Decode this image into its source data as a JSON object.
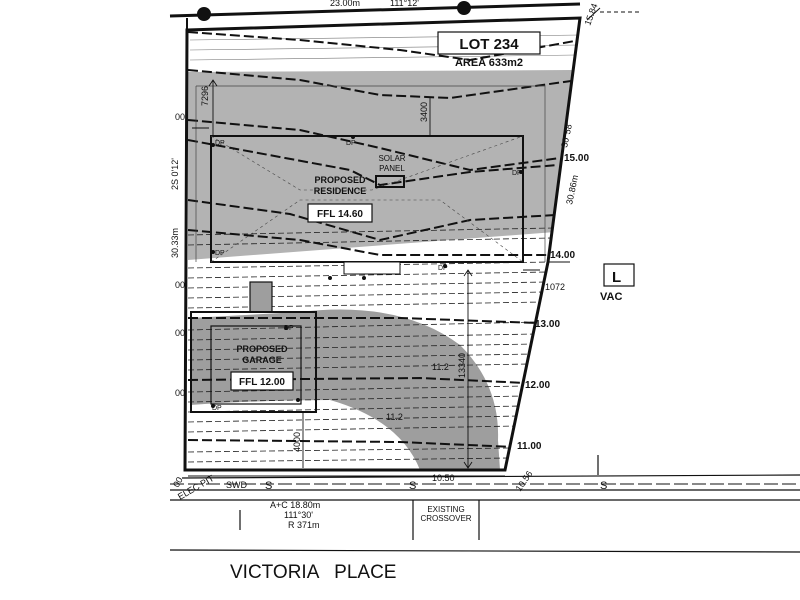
{
  "lot": {
    "label": "LOT 234",
    "area": "AREA 633m2",
    "adjacent_label_fragment": "L",
    "adjacent_vacant_fragment": "VAC"
  },
  "residence": {
    "label_line1": "PROPOSED",
    "label_line2": "RESIDENCE",
    "ffl": "FFL 14.60",
    "solar_line1": "SOLAR",
    "solar_line2": "PANEL"
  },
  "garage": {
    "label_line1": "PROPOSED",
    "label_line2": "GARAGE",
    "ffl": "FFL 12.00"
  },
  "contours": [
    "15.00",
    "14.00",
    "13.00",
    "12.00",
    "11.00"
  ],
  "spot_levels": [
    "11.2",
    "11.2"
  ],
  "downpipe_label": "DP",
  "boundary": {
    "top_length": "23.00m",
    "top_bearing": "111°12'",
    "corner_length": "15.84",
    "east_bearing": "30°58'",
    "east_length": "30.86m",
    "west_fragment": "30.33m",
    "west_bearing_fragment": "2S 0'12'"
  },
  "setbacks": {
    "rear_left": "7296",
    "rear_top": "3400",
    "side_right": "1072",
    "front_residence": "13340",
    "front_garage": "4000",
    "left_fragments": [
      "00",
      "00",
      "00",
      "00"
    ]
  },
  "frontage": {
    "bottom_dim_left": "10.50",
    "bottom_dim_right": "10.56",
    "elec_pit": "ELEC PIT",
    "elec_fragment": "00",
    "swd": "SWD",
    "sewer_marks": [
      "S",
      "S",
      "S"
    ],
    "arc": "A+C 18.80m",
    "arc_bearing": "111°30'",
    "radius": "R 371m",
    "crossover_line1": "EXISTING",
    "crossover_line2": "CROSSOVER"
  },
  "street": {
    "name": "VICTORIA   PLACE"
  },
  "colors": {
    "shade": "#b3b3b3",
    "shade_dark": "#9e9e9e",
    "line": "#111111"
  }
}
